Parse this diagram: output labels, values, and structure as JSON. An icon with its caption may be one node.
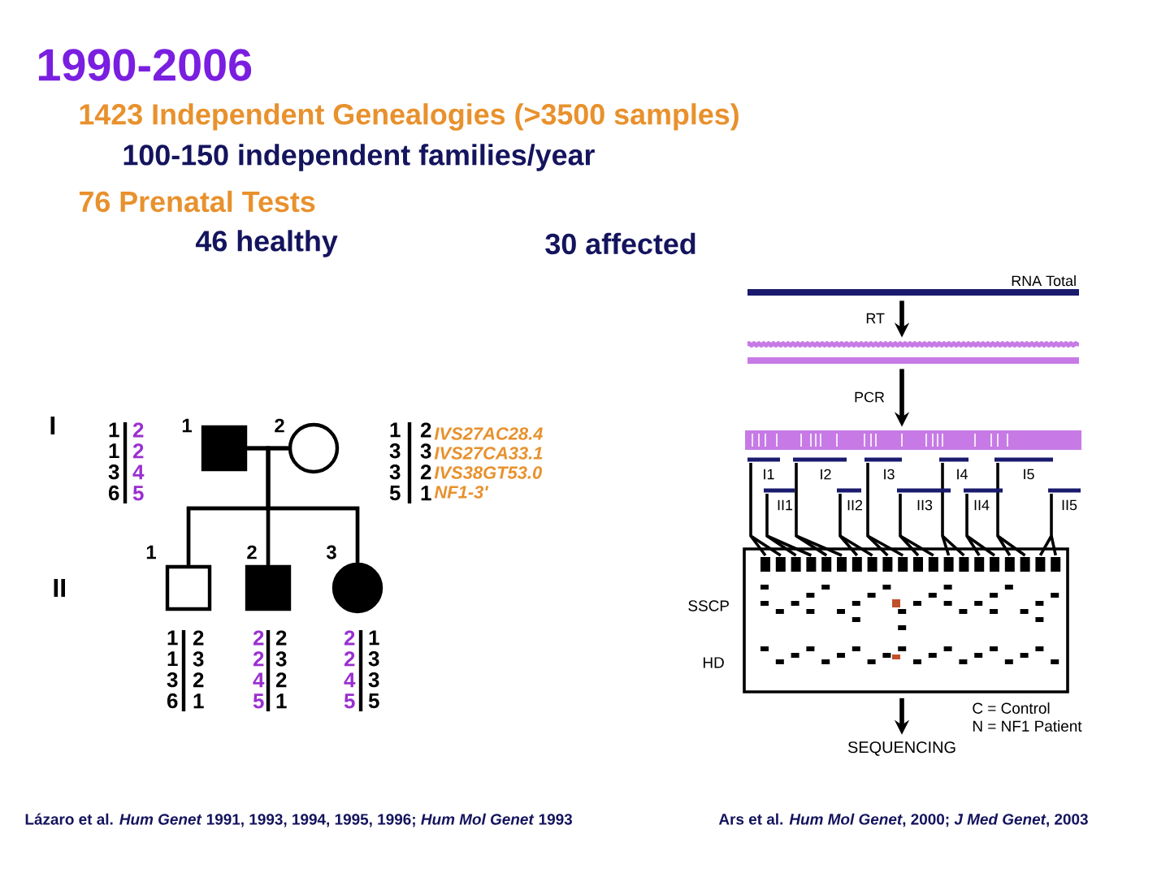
{
  "diagram": {
    "title": "1990-2006",
    "nodes": [
      {
        "text": [],
        "shape": "box",
        "beside": [
          "1",
          "1 1 3 6",
          "2 2 4 5"
        ]
      },
      {
        "text": [],
        "shape": "circle",
        "beside": [
          "2",
          "1 3 3 5",
          "2 3 2 1"
        ]
      },
      {
        "text": [],
        "shape": "box",
        "beside": [
          "1",
          "1 1 3 6",
          "2 3 2 1"
        ]
      },
      {
        "text": [],
        "shape": "box",
        "beside": [
          "2",
          "2 2 4 5",
          "2 3 2 1"
        ]
      },
      {
        "text": [],
        "shape": "circle",
        "beside": [
          "3",
          "2 2 4 5",
          "1 3 3 5"
        ]
      },
      {
        "text": [
          "RNA Total"
        ]
      },
      {
        "text": [],
        "shape": "bar"
      },
      {
        "text": [],
        "shape": "bar"
      },
      {
        "text": [],
        "shape": "box"
      },
      {
        "text": [
          "SEQUENCING"
        ]
      }
    ],
    "edges": [
      {
        "from": 0,
        "to": 1,
        "arrow": "none"
      },
      {
        "from": 0,
        "to": 2,
        "arrow": "none"
      },
      {
        "from": 0,
        "to": 3,
        "arrow": "none"
      },
      {
        "from": 0,
        "to": 4,
        "arrow": "none"
      },
      {
        "from": 1,
        "to": 2,
        "arrow": "none"
      },
      {
        "from": 1,
        "to": 3,
        "arrow": "none"
      },
      {
        "from": 1,
        "to": 4,
        "arrow": "none"
      },
      {
        "from": 5,
        "to": 6,
        "arrow": "to",
        "label": "RT"
      },
      {
        "from": 6,
        "to": 7,
        "arrow": "to",
        "label": "PCR"
      },
      {
        "from": 8,
        "to": 9,
        "arrow": "to"
      }
    ],
    "labels": [
      "1423 Independent Genealogies (>3500 samples)",
      "100-150 independent families/year",
      "76 Prenatal Tests",
      "46 healthy",
      "30 affected",
      "I",
      "IVS27AC28.4",
      "IVS27CA33.1",
      "IVS38GT53.0",
      "NF1-3'",
      "I1",
      "I2",
      "I3",
      "I4",
      "I5",
      "II1",
      "II2",
      "II3",
      "II4",
      "II5",
      "II",
      "SSCP",
      "HD",
      "C = Control",
      "N = NF1 Patient",
      "Lázaro et al. *Hum Genet* 1991, 1993, 1994, 1995, 1996; *Hum Mol Genet* 1993",
      "Ars et al. *Hum Mol Genet*, 2000; *J Med Genet*, 2003"
    ]
  }
}
